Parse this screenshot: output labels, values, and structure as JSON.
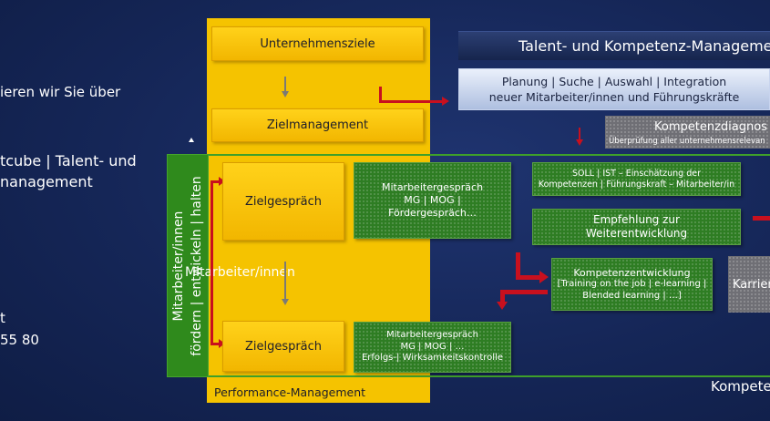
{
  "left_panel": {
    "line1": "ieren wir Sie über",
    "line2": "tcube | Talent- und",
    "line3": "nanagement",
    "line4": "t",
    "line5": "55 80"
  },
  "performance": {
    "unternehmensziele": "Unternehmensziele",
    "zielmanagement": "Zielmanagement",
    "zielgespraech_1": "Zielgespräch",
    "zielgespraech_2": "Zielgespräch",
    "footer": "Performance-Management"
  },
  "employee_band": {
    "line1": "Mitarbeiter/innen",
    "line2": "fördern | entwickeln | halten"
  },
  "green_boxes": {
    "mag1": [
      "Mitarbeitergespräch",
      "MG | MOG |",
      "Fördergespräch…"
    ],
    "mag2": [
      "Mitarbeitergespräch",
      "MG | MOG | …",
      "Erfolgs-| Wirksamkeitskontrolle"
    ],
    "soll_ist": [
      "SOLL | IST – Einschätzung der",
      "Kompetenzen | Führungskraft – Mitarbeiter/in"
    ],
    "empfehlung": [
      "Empfehlung zur",
      "Weiterentwicklung"
    ],
    "kompetenzentwicklung": [
      "Kompetenzentwicklung",
      "[Training on the job | e-learning |",
      "Blended learning | …]"
    ]
  },
  "talent": {
    "header": "Talent- und Kompetenz-Manageme",
    "planung": [
      "Planung | Suche | Auswahl | Integration",
      "neuer Mitarbeiter/innen und Führungskräfte"
    ],
    "diagnose_title": "Kompetenzdiagnos",
    "diagnose_sub": "Überprüfung aller unternehmensrelevan",
    "karriere": "Karriere",
    "kompetenz_footer": "Kompete"
  },
  "colors": {
    "background": "#152657",
    "gold": "#f5c300",
    "green": "#2e7d23",
    "green_border": "#3fa02a",
    "arrow_red": "#c8101e",
    "arrow_gray": "#7b7a76"
  }
}
